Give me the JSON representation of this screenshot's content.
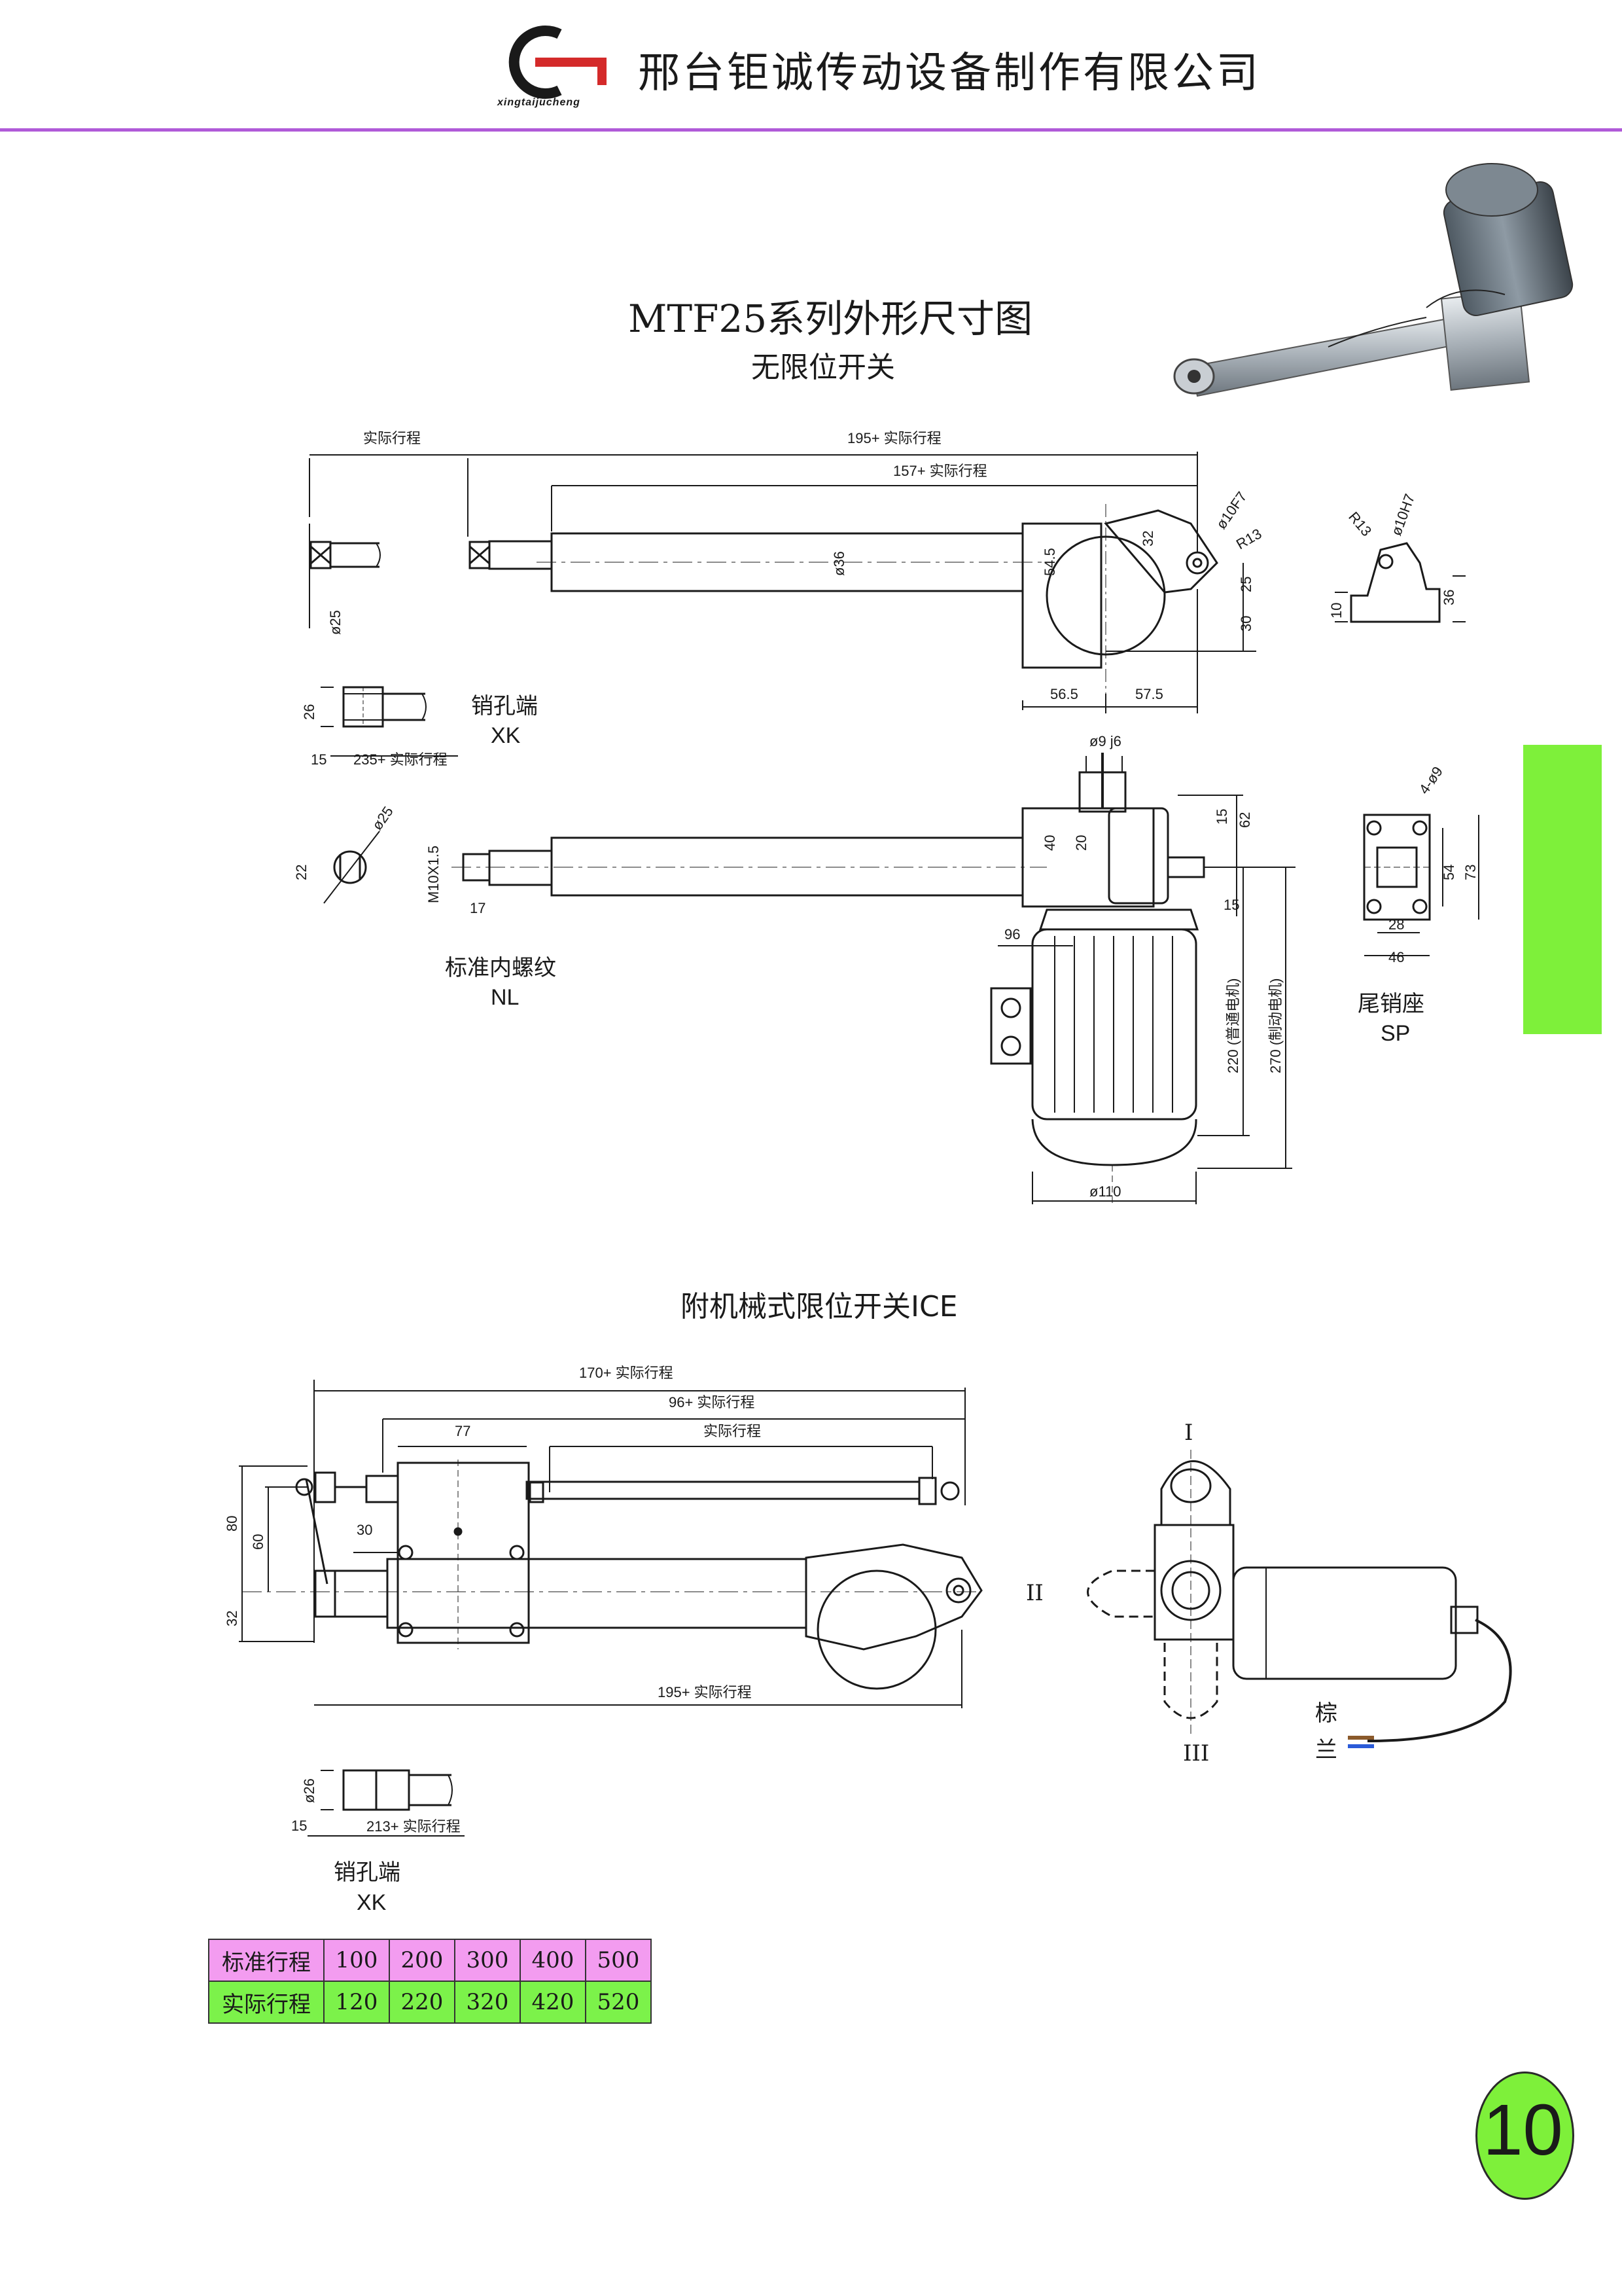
{
  "header": {
    "company_name": "邢台钜诚传动设备制作有限公司",
    "logo_text": "xingtaijucheng",
    "rule_color": "#b05ad8",
    "logo_red": "#d42a2a"
  },
  "title": {
    "main": "MTF25系列外形尺寸图",
    "sub": "无限位开关"
  },
  "side_tab_color": "#7ef03a",
  "page_number": "10",
  "page_number_color": "#7ef03a",
  "top_drawing": {
    "dims": {
      "actual_stroke_a": "实际行程",
      "len_195": "195+ 实际行程",
      "len_157": "157+ 实际行程",
      "rod_dia": "ø36",
      "pin_dia": "ø25",
      "d_10F7": "ø10F7",
      "r13": "R13",
      "d32": "32",
      "d54_5": "54.5",
      "d25": "25",
      "d30": "30",
      "d56_5": "56.5",
      "d57_5": "57.5",
      "br_r13": "R13",
      "br_10H7": "ø10H7",
      "br_10": "10",
      "br_36": "36"
    },
    "xk": {
      "d26": "26",
      "d15": "15",
      "len_235": "235+ 实际行程",
      "label_cn": "销孔端",
      "label_en": "XK"
    },
    "nl": {
      "d22": "22",
      "d25": "ø25",
      "thread": "M10X1.5",
      "d17": "17",
      "label_cn": "标准内螺纹",
      "label_en": "NL"
    },
    "motor": {
      "shaft": "ø9 j6",
      "d15a": "15",
      "d62": "62",
      "d40": "40",
      "d20": "20",
      "d15b": "15",
      "d96": "96",
      "len220": "220 (普通电机)",
      "len270": "270 (制动电机)",
      "d110": "ø110"
    },
    "sp": {
      "holes": "4-ø9",
      "d54": "54",
      "d73": "73",
      "d28": "28",
      "d46": "46",
      "label_cn": "尾销座",
      "label_en": "SP"
    }
  },
  "ice": {
    "title": "附机械式限位开关ICE",
    "dims": {
      "len170": "170+ 实际行程",
      "len96": "96+ 实际行程",
      "stroke": "实际行程",
      "d77": "77",
      "d80": "80",
      "d60": "60",
      "d30": "30",
      "d32": "32",
      "len195": "195+ 实际行程"
    },
    "side_view": {
      "pos1": "I",
      "pos2": "II",
      "pos3": "III",
      "cable_label": "棕 兰"
    },
    "xk": {
      "d26": "ø26",
      "d15": "15",
      "len213": "213+ 实际行程",
      "label_cn": "销孔端",
      "label_en": "XK"
    }
  },
  "stroke_table": {
    "rows": [
      {
        "label": "标准行程",
        "values": [
          "100",
          "200",
          "300",
          "400",
          "500"
        ]
      },
      {
        "label": "实际行程",
        "values": [
          "120",
          "220",
          "320",
          "420",
          "520"
        ]
      }
    ],
    "row_colors": [
      "#f39cf0",
      "#7cf24a"
    ]
  }
}
